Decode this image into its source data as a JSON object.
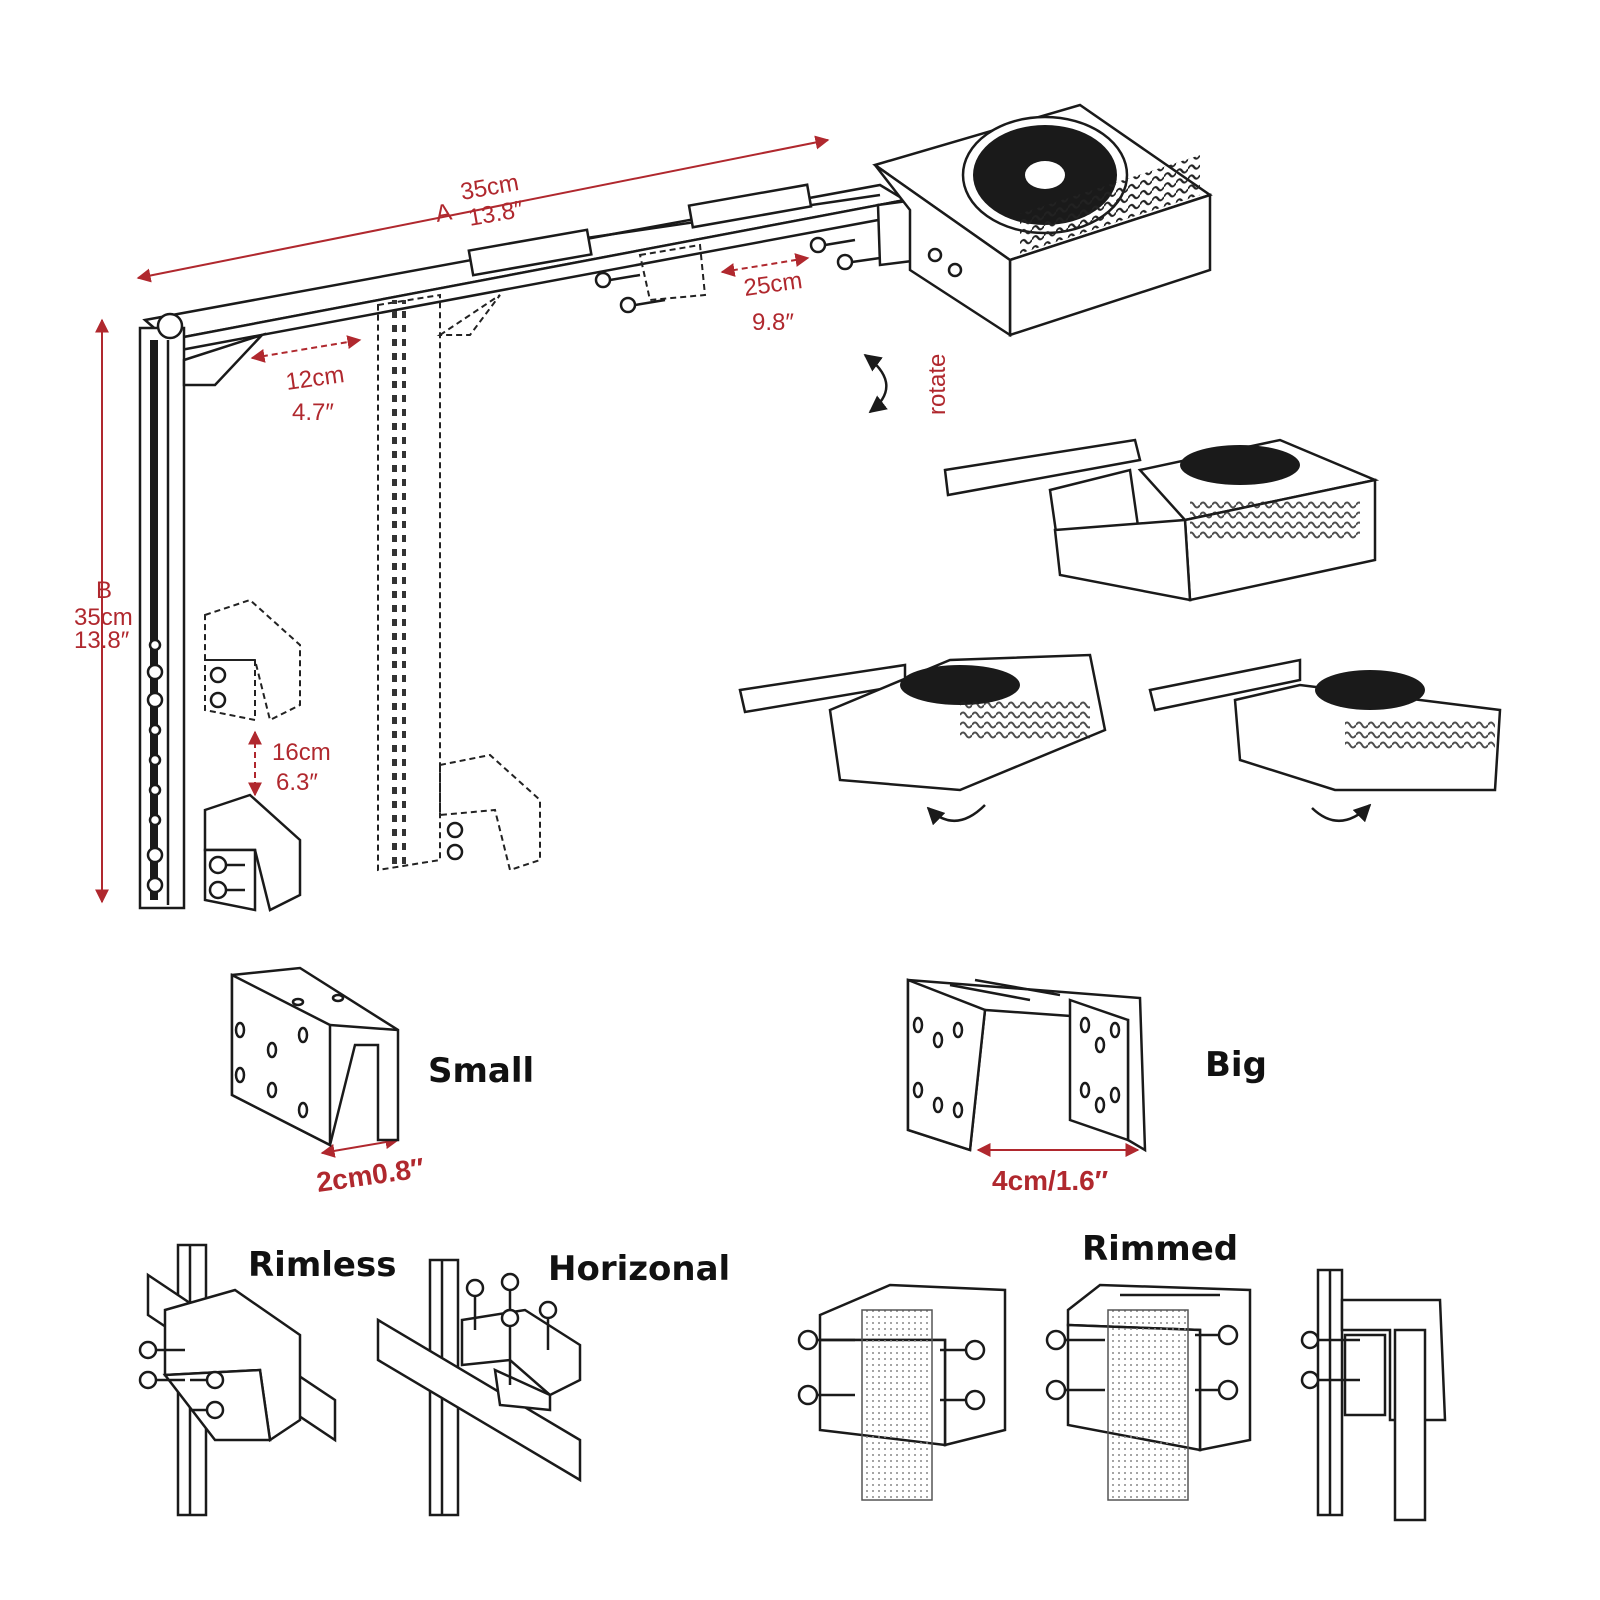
{
  "dimensions": {
    "a_letter": "A",
    "a_cm": "35cm",
    "a_in": "13.8″",
    "b_letter": "B",
    "b_cm": "35cm",
    "b_in": "13.8″",
    "c_cm": "12cm",
    "c_in": "4.7″",
    "d_cm": "25cm",
    "d_in": "9.8″",
    "e_cm": "16cm",
    "e_in": "6.3″",
    "rotate": "rotate"
  },
  "clamps": {
    "small_label": "Small",
    "small_dim": "2cm0.8″",
    "big_label": "Big",
    "big_dim": "4cm/1.6″"
  },
  "mounting": {
    "rimless": "Rimless",
    "horizonal": "Horizonal",
    "rimmed": "Rimmed"
  },
  "colors": {
    "dimension_red": "#b0282e",
    "line_black": "#1a1a1a"
  }
}
